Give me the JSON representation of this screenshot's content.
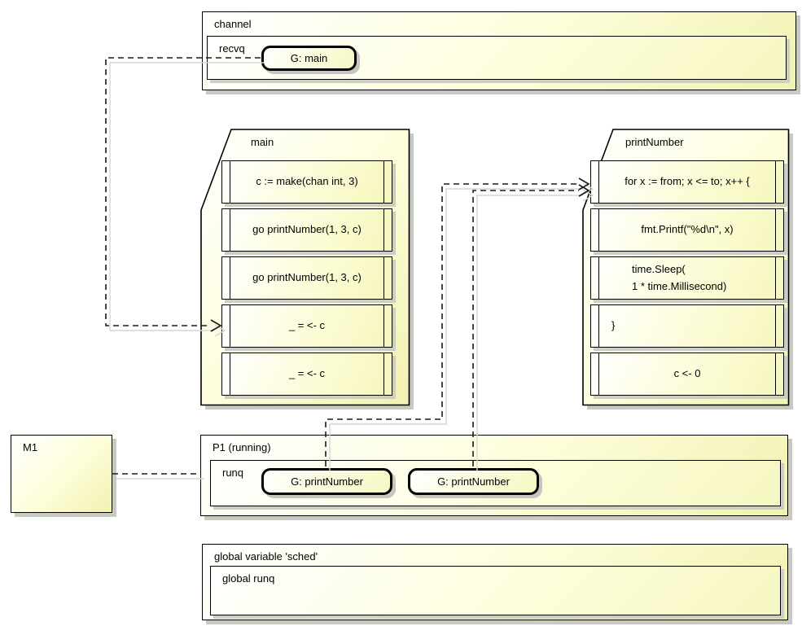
{
  "diagram": {
    "channel_box": {
      "title": "channel",
      "queue": {
        "label": "recvq",
        "goroutine_label": "G: main"
      }
    },
    "main_note": {
      "title": "main",
      "statements": [
        "c := make(chan int, 3)",
        "go printNumber(1, 3, c)",
        "go printNumber(1, 3, c)",
        "_ = <- c",
        "_ = <- c"
      ]
    },
    "printnumber_note": {
      "title": "printNumber",
      "statements": [
        "for x := from; x <= to; x++ {",
        "fmt.Printf(\"%d\\n\", x)",
        "time.Sleep(\n1 * time.Millisecond)",
        "}",
        "c <- 0"
      ]
    },
    "machine_box": {
      "title": "M1"
    },
    "processor_box": {
      "title": "P1 (running)",
      "queue": {
        "label": "runq",
        "goroutines": [
          "G: printNumber",
          "G: printNumber"
        ]
      }
    },
    "sched_box": {
      "title": "global variable 'sched'",
      "queue_label": "global runq"
    }
  },
  "colors": {
    "box_border": "#000000",
    "fill_light": "#ffffff",
    "fill_yellow": "#f1f1b2",
    "box_shadow": "#c9c9c3",
    "connector": "#1a1a1a",
    "connector_shadow": "#d6d6d6"
  }
}
